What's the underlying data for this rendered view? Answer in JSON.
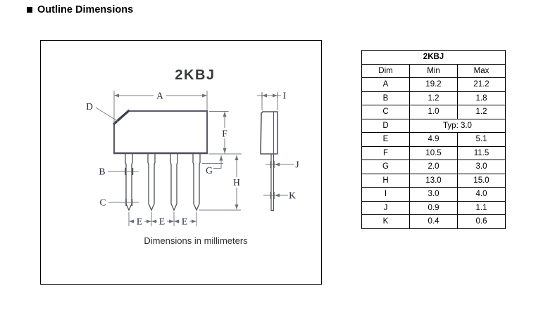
{
  "page": {
    "heading": "Outline Dimensions"
  },
  "drawing": {
    "title": "2KBJ",
    "caption": "Dimensions in millimeters",
    "labels": {
      "A": "A",
      "B": "B",
      "C": "C",
      "D": "D",
      "E": "E",
      "F": "F",
      "G": "G",
      "H": "H",
      "I": "I",
      "J": "J",
      "K": "K"
    }
  },
  "table": {
    "title": "2KBJ",
    "columns": {
      "dim": "Dim",
      "min": "Min",
      "max": "Max"
    },
    "rows": [
      {
        "dim": "A",
        "min": "19.2",
        "max": "21.2"
      },
      {
        "dim": "B",
        "min": "1.2",
        "max": "1.8"
      },
      {
        "dim": "C",
        "min": "1.0",
        "max": "1.2"
      },
      {
        "dim": "D",
        "typ": "Typ: 3.0"
      },
      {
        "dim": "E",
        "min": "4.9",
        "max": "5.1"
      },
      {
        "dim": "F",
        "min": "10.5",
        "max": "11.5"
      },
      {
        "dim": "G",
        "min": "2.0",
        "max": "3.0"
      },
      {
        "dim": "H",
        "min": "13.0",
        "max": "15.0"
      },
      {
        "dim": "I",
        "min": "3.0",
        "max": "4.0"
      },
      {
        "dim": "J",
        "min": "0.9",
        "max": "1.1"
      },
      {
        "dim": "K",
        "min": "0.4",
        "max": "0.6"
      }
    ]
  },
  "colors": {
    "body_outline": "#565a63",
    "dimension_line": "#7a7d83",
    "label_ink": "#262b3e",
    "text": "#000000"
  }
}
